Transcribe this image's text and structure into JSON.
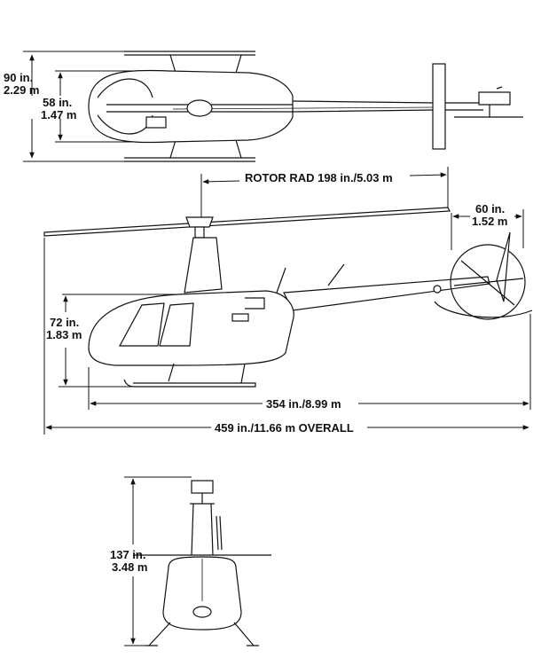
{
  "views": {
    "top": {
      "width_in": "90 in.",
      "width_m": "2.29 m",
      "cabin_in": "58 in.",
      "cabin_m": "1.47 m"
    },
    "side": {
      "rotor_radius": "ROTOR RAD 198 in./5.03 m",
      "tail_rotor_in": "60 in.",
      "tail_rotor_m": "1.52 m",
      "height_in": "72 in.",
      "height_m": "1.83 m",
      "fuselage_length": "354 in./8.99 m",
      "overall_length": "459 in./11.66 m OVERALL"
    },
    "front": {
      "height_in": "137 in.",
      "height_m": "3.48 m"
    }
  }
}
